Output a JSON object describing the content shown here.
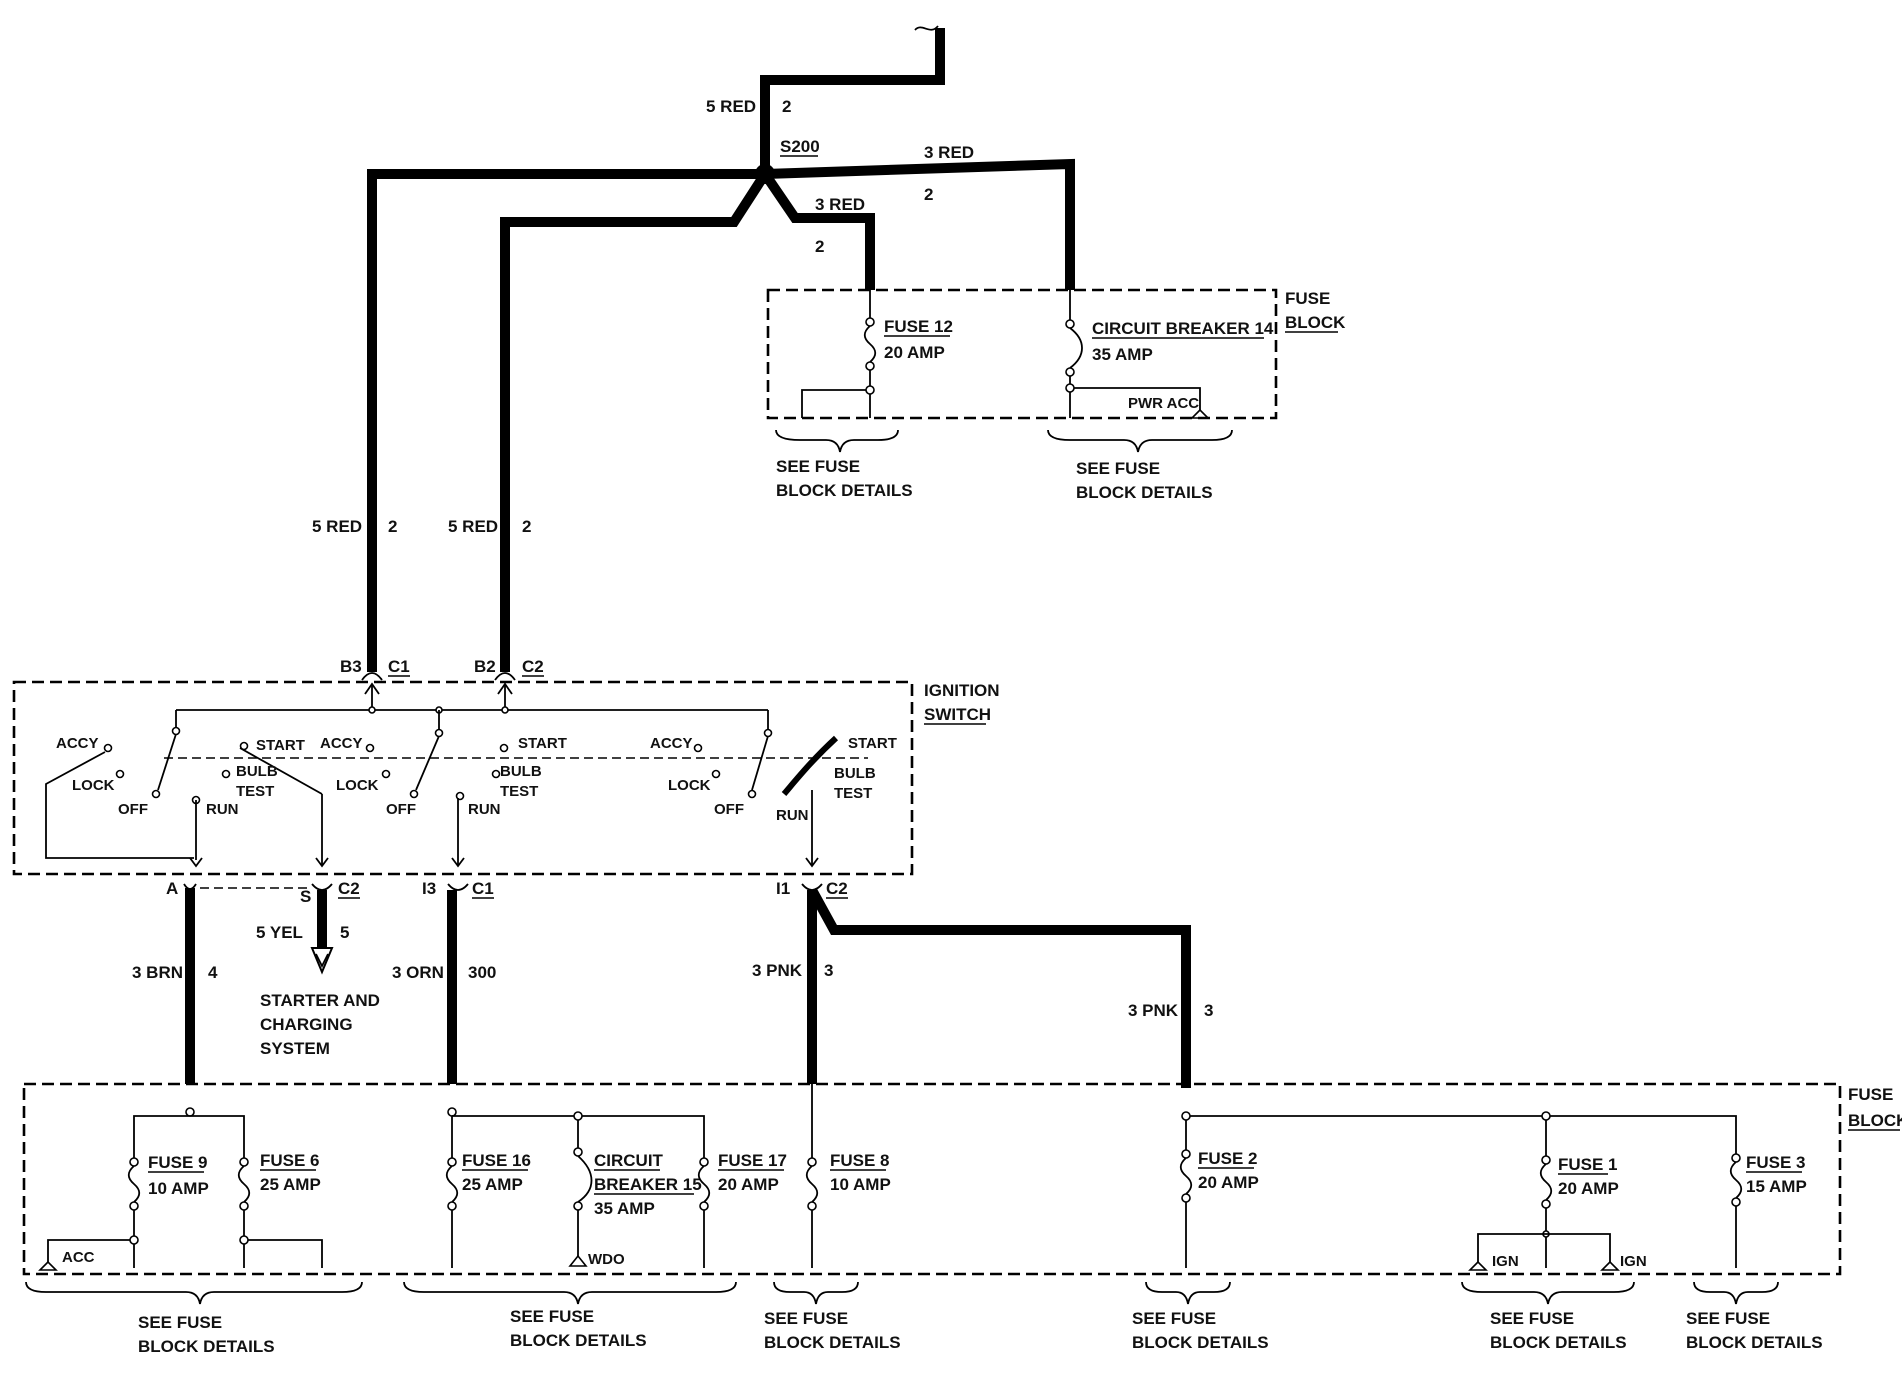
{
  "wires": {
    "feed_top": {
      "size_color": "5 RED",
      "circuit": "2"
    },
    "s200_right": {
      "size_color": "3 RED",
      "circuit": "2"
    },
    "s200_fuse12": {
      "size_color": "3 RED",
      "circuit": "2"
    },
    "b3": {
      "size_color": "5 RED",
      "circuit": "2"
    },
    "b2": {
      "size_color": "5 RED",
      "circuit": "2"
    },
    "a": {
      "size_color": "3 BRN",
      "circuit": "4"
    },
    "s": {
      "size_color": "5 YEL",
      "circuit": "5"
    },
    "i3": {
      "size_color": "3 ORN",
      "circuit": "300"
    },
    "i1_down": {
      "size_color": "3 PNK",
      "circuit": "3"
    },
    "i1_right": {
      "size_color": "3 PNK",
      "circuit": "3"
    }
  },
  "splice": "S200",
  "top_fuse_block": {
    "title_line1": "FUSE",
    "title_line2": "BLOCK",
    "fuse12_name": "FUSE 12",
    "fuse12_rating": "20 AMP",
    "cb14_name": "CIRCUIT BREAKER 14",
    "cb14_rating": "35 AMP",
    "pwr_acc": "PWR ACC",
    "see_left_1": "SEE FUSE",
    "see_left_2": "BLOCK DETAILS",
    "see_right_1": "SEE FUSE",
    "see_right_2": "BLOCK DETAILS"
  },
  "ignition_switch": {
    "title_line1": "IGNITION",
    "title_line2": "SWITCH",
    "conn_b3": "B3",
    "conn_b3_c": "C1",
    "conn_b2": "B2",
    "conn_b2_c": "C2",
    "conn_a": "A",
    "conn_s": "S",
    "conn_s_c": "C2",
    "conn_i3": "I3",
    "conn_i3_c": "C1",
    "conn_i1": "I1",
    "conn_i1_c": "C2",
    "accy": "ACCY",
    "lock": "LOCK",
    "off": "OFF",
    "run": "RUN",
    "start": "START",
    "bulb": "BULB",
    "test": "TEST"
  },
  "starter": {
    "line1": "STARTER AND",
    "line2": "CHARGING",
    "line3": "SYSTEM"
  },
  "bottom_fuse_block": {
    "title_line1": "FUSE",
    "title_line2": "BLOCK",
    "fuse9_name": "FUSE 9",
    "fuse9_rating": "10 AMP",
    "fuse6_name": "FUSE 6",
    "fuse6_rating": "25 AMP",
    "fuse16_name": "FUSE 16",
    "fuse16_rating": "25 AMP",
    "cb15_line1": "CIRCUIT",
    "cb15_line2": "BREAKER 15",
    "cb15_rating": "35 AMP",
    "fuse17_name": "FUSE 17",
    "fuse17_rating": "20 AMP",
    "fuse8_name": "FUSE 8",
    "fuse8_rating": "10 AMP",
    "fuse2_name": "FUSE 2",
    "fuse2_rating": "20 AMP",
    "fuse1_name": "FUSE 1",
    "fuse1_rating": "20 AMP",
    "fuse3_name": "FUSE 3",
    "fuse3_rating": "15 AMP",
    "acc": "ACC",
    "wdo": "WDO",
    "ign": "IGN",
    "see_line1": "SEE FUSE",
    "see_line2": "BLOCK DETAILS"
  }
}
